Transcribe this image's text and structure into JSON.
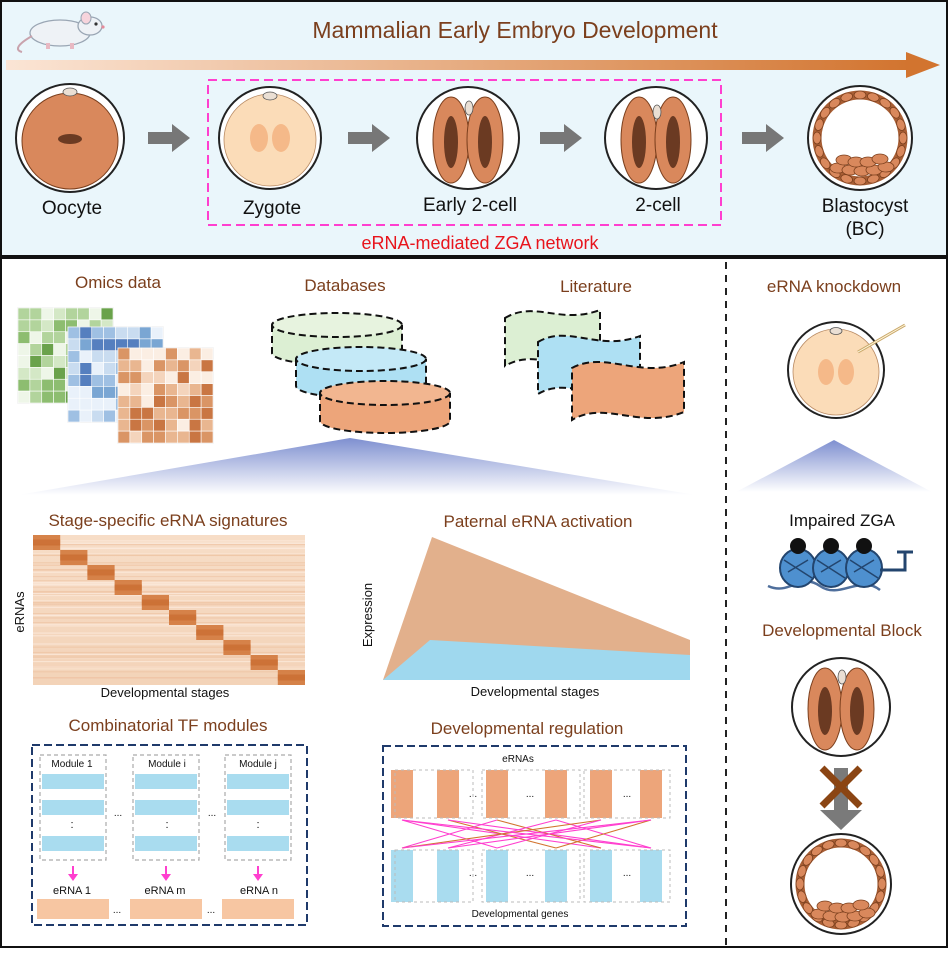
{
  "header": {
    "title": "Mammalian Early Embryo Development",
    "stages": [
      "Oocyte",
      "Zygote",
      "Early 2-cell",
      "2-cell",
      "Blastocyst",
      "(BC)"
    ],
    "network_label": "eRNA-mediated ZGA network"
  },
  "sources": {
    "omics": "Omics data",
    "databases": "Databases",
    "literature": "Literature"
  },
  "signatures": {
    "title": "Stage-specific eRNA signatures",
    "ylabel": "eRNAs",
    "xlabel": "Developmental stages"
  },
  "paternal": {
    "title": "Paternal eRNA activation",
    "ylabel": "Expression",
    "xlabel": "Developmental stages"
  },
  "tf_modules": {
    "title": "Combinatorial TF modules",
    "modules": [
      "Module 1",
      "Module i",
      "Module j"
    ],
    "ernas": [
      "eRNA 1",
      "eRNA m",
      "eRNA n"
    ],
    "ellipsis": "...",
    "vdots": ":"
  },
  "dev_regulation": {
    "title": "Developmental regulation",
    "top_label": "eRNAs",
    "bottom_label": "Developmental genes",
    "ellipsis": "..."
  },
  "knockdown": {
    "title": "eRNA knockdown",
    "impaired": "Impaired ZGA",
    "block": "Developmental Block"
  },
  "colors": {
    "brown_text": "#7b3f1d",
    "cell_orange": "#d9885c",
    "nucleus": "#6b3a22",
    "blue": "#9fd8ee",
    "green": "#cfe3c4",
    "peach": "#f5c6a2",
    "magenta": "#ff3fcf",
    "arrow_orange": "#d2742f"
  }
}
